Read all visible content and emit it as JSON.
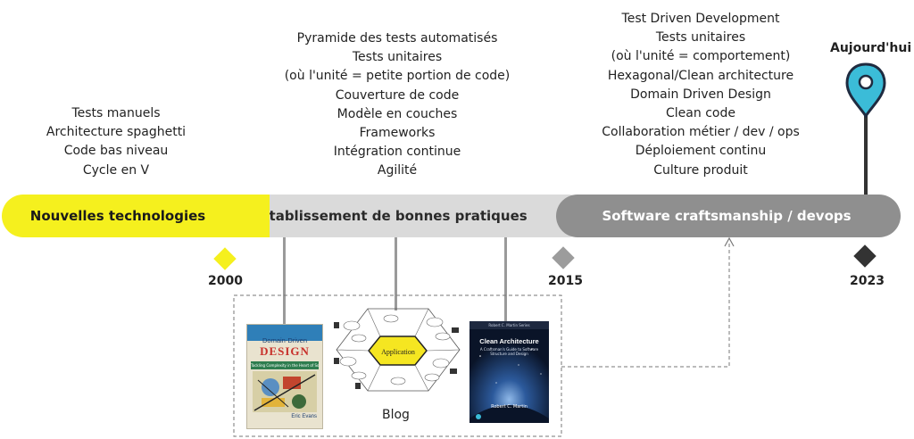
{
  "column_2000": [
    "Tests manuels",
    "Architecture spaghetti",
    "Code bas niveau",
    "Cycle en V"
  ],
  "column_2015": [
    "Pyramide des tests automatisés",
    "Tests unitaires",
    "(où l'unité = petite portion de code)",
    "Couverture de code",
    "Modèle en couches",
    "Frameworks",
    "Intégration continue",
    "Agilité"
  ],
  "column_2023": [
    "Test Driven Development",
    "Tests unitaires",
    "(où l'unité = comportement)",
    "Hexagonal/Clean architecture",
    "Domain Driven Design",
    "Clean code",
    "Collaboration métier / dev / ops",
    "Déploiement continu",
    "Culture produit"
  ],
  "timeline": {
    "seg1": "Nouvelles technologies",
    "seg2": "Etablissement de bonnes pratiques",
    "seg3": "Software craftsmanship / devops"
  },
  "years": {
    "y2000": "2000",
    "y2015": "2015",
    "y2023": "2023"
  },
  "today_label": "Aujourd'hui",
  "books": {
    "ddd": {
      "title_line1": "Domain-Driven",
      "title_line2": "DESIGN",
      "subtitle": "Tackling Complexity in the Heart of Software",
      "author": "Eric Evans"
    },
    "hex": {
      "center": "Application"
    },
    "clean": {
      "series": "Robert C. Martin Series",
      "title": "Clean Architecture",
      "subtitle": "A Craftsman's Guide to Software Structure and Design",
      "author": "Robert C. Martin"
    }
  },
  "blog_label": "Blog",
  "colors": {
    "yellow": "#f5f01e",
    "light_gray": "#dadada",
    "mid_gray": "#8f8f8f",
    "dark": "#333333",
    "pin": "#3bbcd8"
  }
}
